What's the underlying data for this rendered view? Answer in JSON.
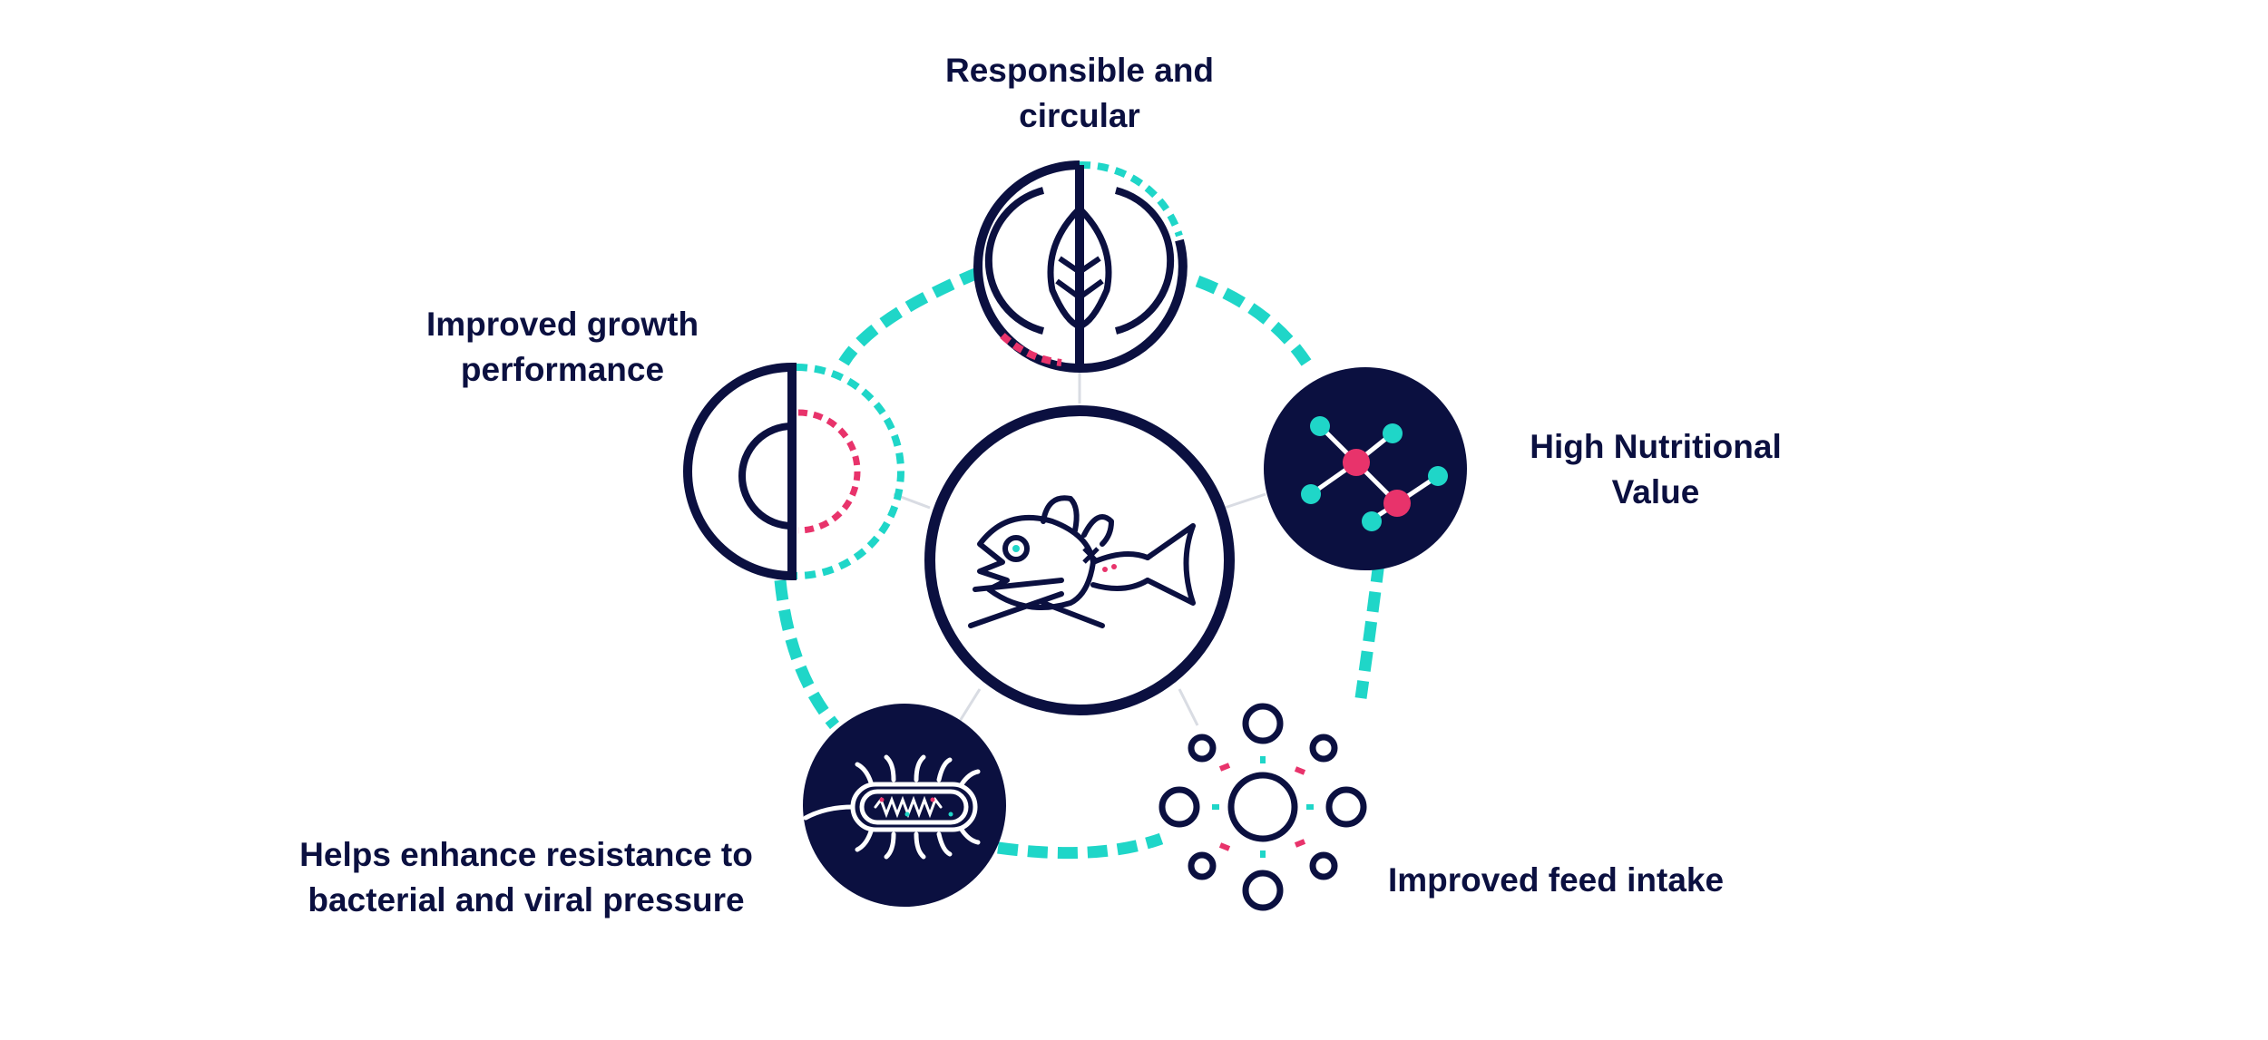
{
  "colors": {
    "navy": "#0b1040",
    "teal": "#1fd6c8",
    "pink": "#e8336b",
    "grey_line": "#d9dce3",
    "white": "#ffffff"
  },
  "center": {
    "icon": "fish-icon"
  },
  "benefits": [
    {
      "id": "responsible",
      "icon": "leaf-circle-icon",
      "label_lines": [
        "Responsible and",
        "circular"
      ]
    },
    {
      "id": "nutrition",
      "icon": "molecule-icon",
      "label_lines": [
        "High Nutritional",
        "Value"
      ]
    },
    {
      "id": "feed",
      "icon": "feed-pellets-icon",
      "label_lines": [
        "Improved feed intake"
      ]
    },
    {
      "id": "resistance",
      "icon": "bacterium-icon",
      "label_lines": [
        "Helps enhance resistance to",
        "bacterial and viral pressure"
      ]
    },
    {
      "id": "growth",
      "icon": "half-circle-growth-icon",
      "label_lines": [
        "Improved growth",
        "performance"
      ]
    }
  ]
}
